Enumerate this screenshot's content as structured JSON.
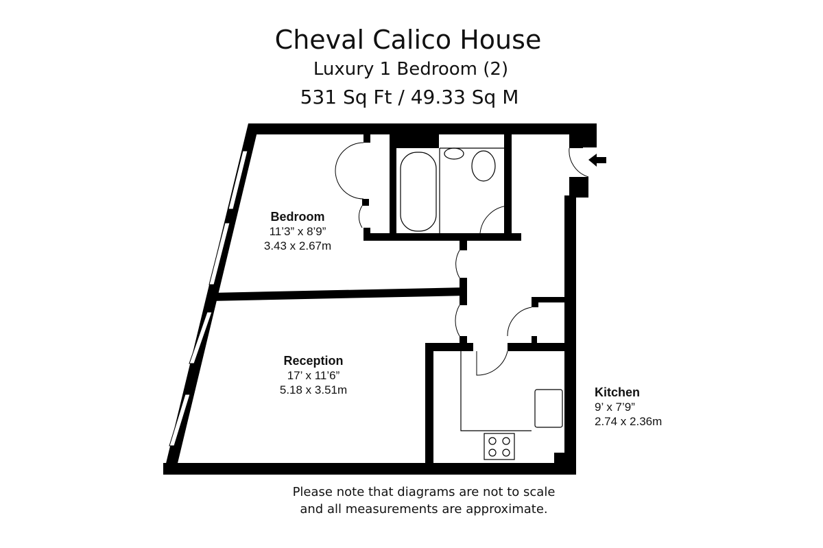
{
  "header": {
    "title": "Cheval Calico House",
    "subtitle": "Luxury 1 Bedroom (2)",
    "area": "531 Sq Ft / 49.33 Sq M"
  },
  "rooms": {
    "bedroom": {
      "name": "Bedroom",
      "imperial": "11’3” x 8’9”",
      "metric": "3.43 x 2.67m"
    },
    "reception": {
      "name": "Reception",
      "imperial": "17’ x 11’6”",
      "metric": "5.18 x 3.51m"
    },
    "kitchen": {
      "name": "Kitchen",
      "imperial": "9’ x 7’9”",
      "metric": "2.74 x 2.36m"
    }
  },
  "footer": {
    "note_line1": "Please note that diagrams are not to scale",
    "note_line2": "and all measurements are approximate."
  },
  "icons": [
    "entrance-arrow-icon",
    "bathtub-icon",
    "toilet-icon",
    "basin-icon",
    "hob-icon",
    "sink-icon"
  ]
}
